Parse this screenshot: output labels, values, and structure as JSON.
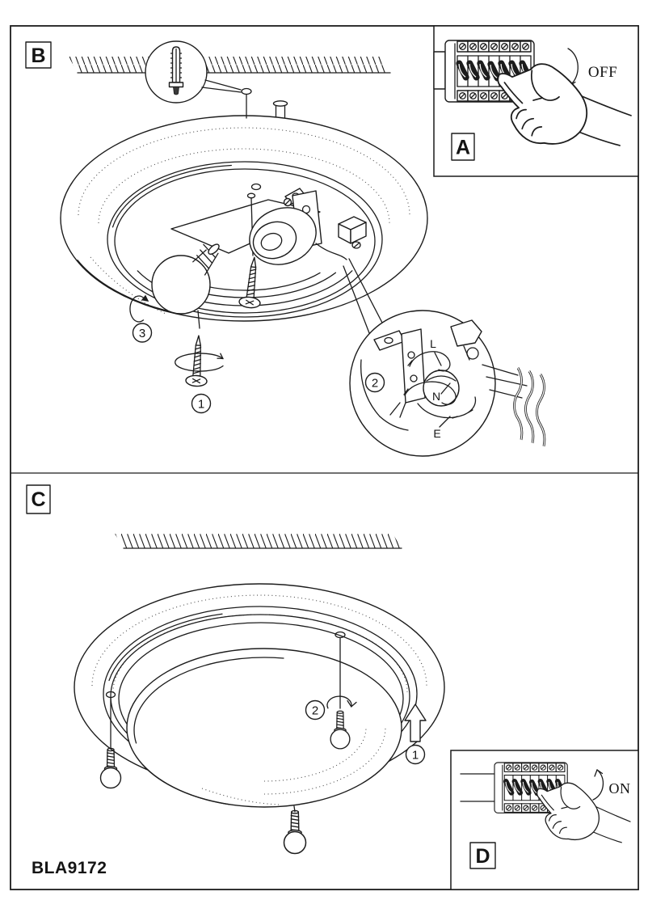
{
  "document": {
    "type": "luminaire-installation-diagram",
    "model_number": "BLA9172"
  },
  "colors": {
    "ink": "#1c1c1c",
    "paper": "#ffffff"
  },
  "panels": {
    "B": {
      "label": "B",
      "steps": {
        "mounting_screw": "1",
        "wiring": "2",
        "bulb": "3"
      },
      "wiring_terminals": {
        "live": "L",
        "neutral": "N",
        "earth": "E"
      }
    },
    "A": {
      "label": "A",
      "breaker_state": "OFF"
    },
    "C": {
      "label": "C",
      "steps": {
        "lift_cover": "1",
        "cover_screw": "2"
      }
    },
    "D": {
      "label": "D",
      "breaker_state": "ON"
    }
  }
}
